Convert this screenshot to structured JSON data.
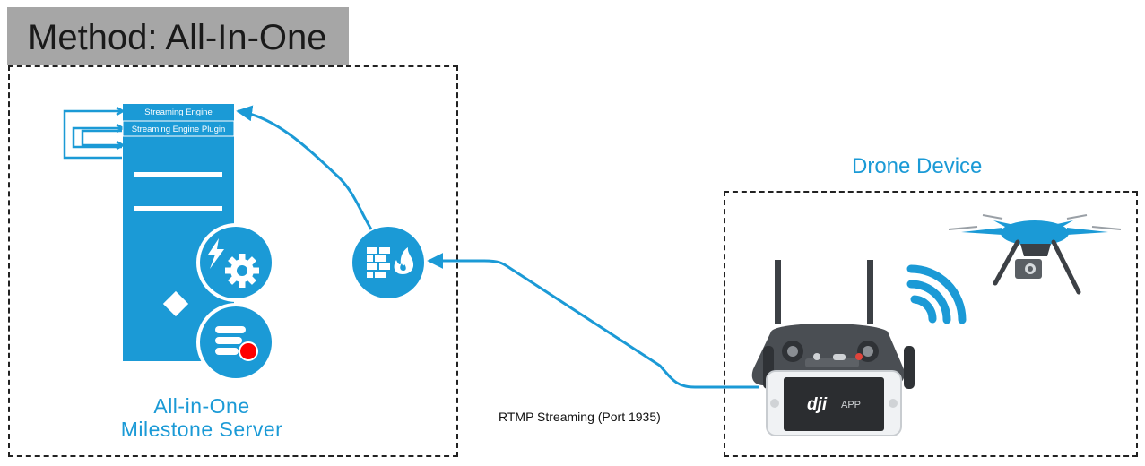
{
  "header": {
    "title": "Method: All-In-One"
  },
  "server": {
    "label_line1": "All-in-One",
    "label_line2": "Milestone Server",
    "module_1": "Streaming Engine",
    "module_2": "Streaming Engine Plugin"
  },
  "drone": {
    "label": "Drone Device",
    "app_logo": "dji",
    "app_label": "APP"
  },
  "connection": {
    "label": "RTMP Streaming (Port 1935)"
  },
  "colors": {
    "accent": "#1b9ad6",
    "title_bg": "#a6a6a6",
    "remote_body": "#4a4e53"
  },
  "icons": [
    "server-tower-icon",
    "power-gear-icon",
    "database-icon",
    "firewall-icon",
    "remote-controller-icon",
    "wifi-signal-icon",
    "drone-icon"
  ]
}
